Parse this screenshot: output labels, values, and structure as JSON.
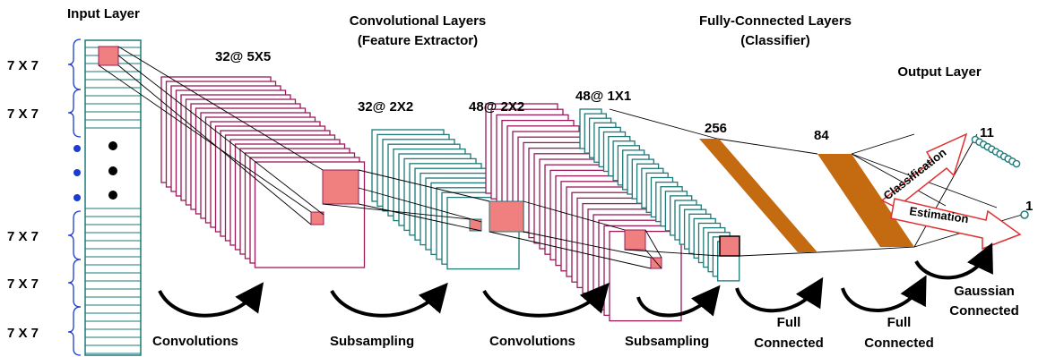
{
  "titles": {
    "input": "Input Layer",
    "conv_line1": "Convolutional Layers",
    "conv_line2": "(Feature Extractor)",
    "fc_line1": "Fully-Connected Layers",
    "fc_line2": "(Classifier)",
    "output": "Output Layer"
  },
  "input_blocks": [
    "7 X 7",
    "7 X 7",
    "7 X 7",
    "7 X 7",
    "7 X 7"
  ],
  "feature_maps": [
    {
      "label": "32@ 5X5"
    },
    {
      "label": "32@ 2X2"
    },
    {
      "label": "48@ 2X2"
    },
    {
      "label": "48@ 1X1"
    }
  ],
  "fc_layers": [
    {
      "label": "256"
    },
    {
      "label": "84"
    }
  ],
  "outputs": [
    {
      "label": "11"
    },
    {
      "label": "1"
    }
  ],
  "output_arrows": [
    "Classification",
    "Estimation"
  ],
  "operations": [
    {
      "label": "Convolutions"
    },
    {
      "label": "Subsampling"
    },
    {
      "label": "Convolutions"
    },
    {
      "label": "Subsampling"
    },
    {
      "line1": "Full",
      "line2": "Connected"
    },
    {
      "line1": "Full",
      "line2": "Connected"
    },
    {
      "line1": "Gaussian",
      "line2": "Connected"
    }
  ],
  "colors": {
    "magenta": "#9b1b5a",
    "teal": "#1e7a78",
    "pink": "#f08080",
    "orange": "#c46a10",
    "blue_dot": "#1a3ccc"
  }
}
